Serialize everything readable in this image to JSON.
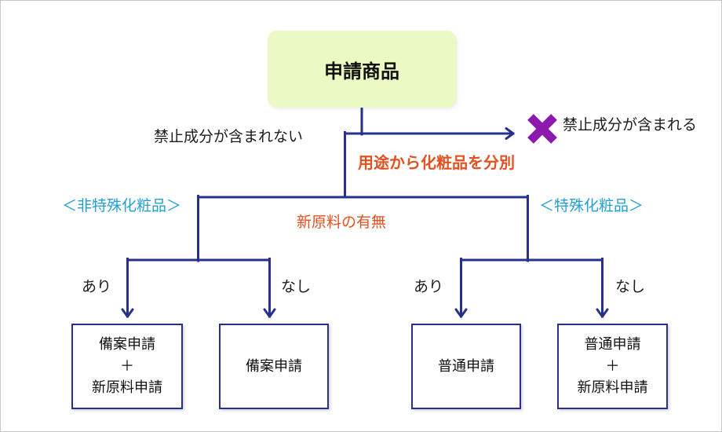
{
  "colors": {
    "line_navy": "#27308d",
    "accent_orange": "#e2511f",
    "accent_cyan": "#25a0d0",
    "x_mark_purple": "#8d18ae",
    "root_box_fill": "#ebfac5",
    "canvas_border_gray": "#c6c6c6",
    "text_black": "#1c1c1c"
  },
  "flowchart": {
    "root_label": "申請商品",
    "no_prohibited_label": "禁止成分が含まれない",
    "prohibited_label": "禁止成分が含まれる",
    "classify_label": "用途から化粧品を分別",
    "non_special_label": "＜非特殊化粧品＞",
    "special_label": "＜特殊化粧品＞",
    "new_material_label": "新原料の有無",
    "left_yes_label": "あり",
    "left_no_label": "なし",
    "right_yes_label": "あり",
    "right_no_label": "なし",
    "x_mark_icon": "x-mark",
    "leaf_boxes": [
      {
        "text": "備案申請\n＋\n新原料申請"
      },
      {
        "text": "備案申請"
      },
      {
        "text": "普通申請"
      },
      {
        "text": "普通申請\n＋\n新原料申請"
      }
    ]
  }
}
